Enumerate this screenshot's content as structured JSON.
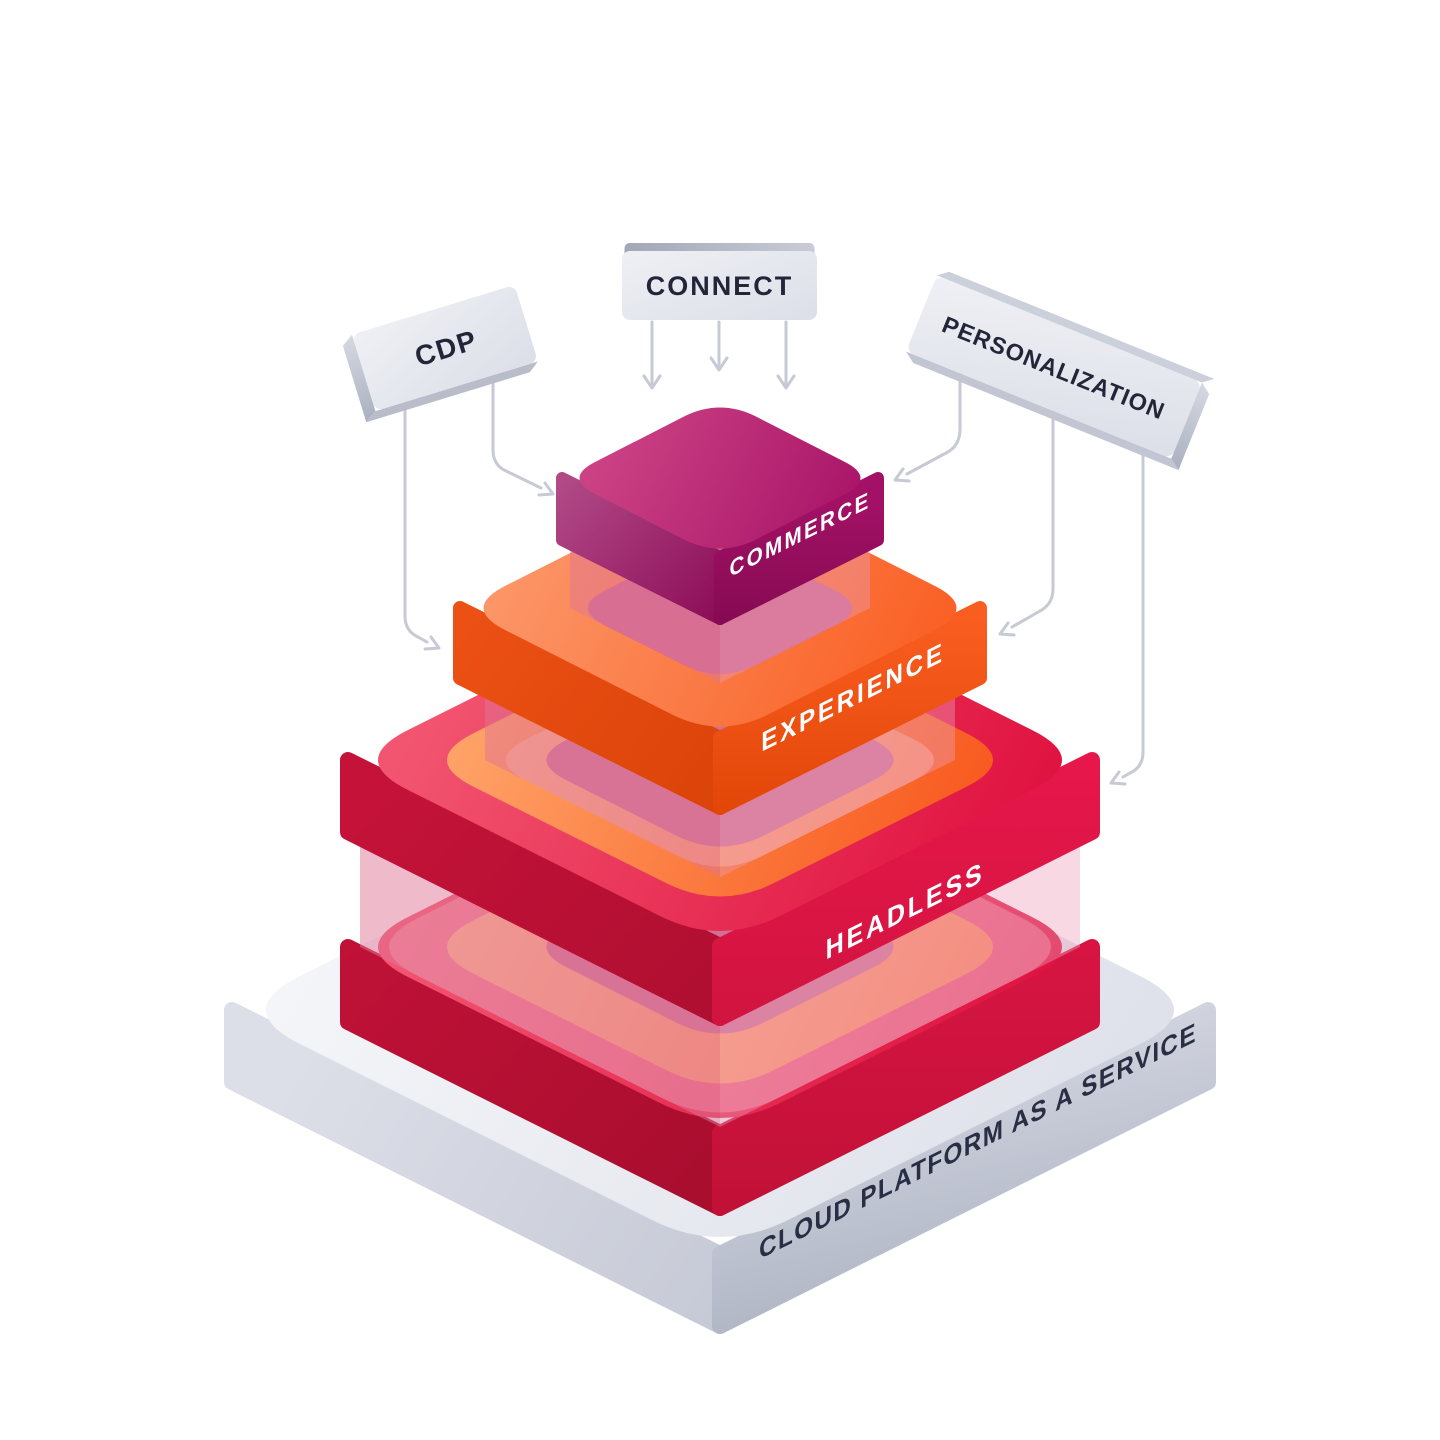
{
  "diagram": {
    "kind": "isometric-layer-stack",
    "background": "#ffffff"
  },
  "callouts": {
    "connect": {
      "label": "CONNECT"
    },
    "cdp": {
      "label": "CDP"
    },
    "personalization": {
      "label": "PERSONALIZATION"
    }
  },
  "stack": {
    "layers": [
      {
        "id": "commerce",
        "label": "COMMERCE",
        "color": "#a60f66"
      },
      {
        "id": "experience",
        "label": "EXPERIENCE",
        "color": "#f95c1e"
      },
      {
        "id": "headless",
        "label": "HEADLESS",
        "color": "#e11440"
      }
    ],
    "base": {
      "label": "CLOUD PLATFORM AS A SERVICE",
      "color": "#e3e5ee"
    }
  },
  "colors": {
    "magenta": "#a60f66",
    "orange": "#f95c1e",
    "crimson": "#e11440",
    "platform_gray": "#e3e5ee",
    "connector_gray": "#c7c9d4",
    "callout_text": "#232639",
    "layer_text": "#ffffff",
    "base_text": "#2a2e45"
  }
}
